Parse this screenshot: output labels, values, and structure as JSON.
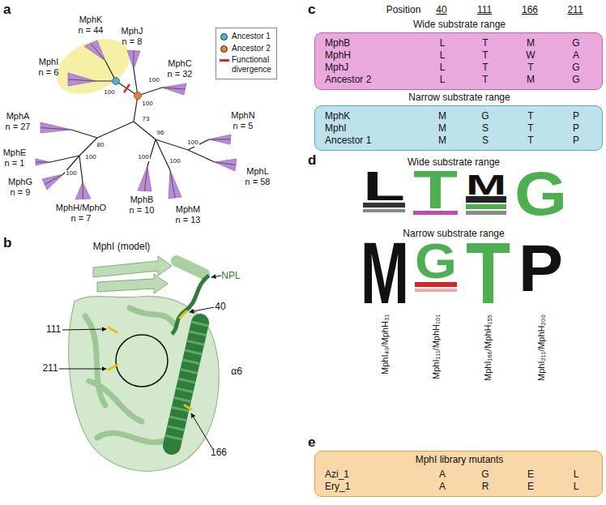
{
  "diagram": {
    "nodes": [
      {
        "text": [
          "Wide substrate range",
          "MphB",
          "L",
          "T",
          "M",
          "G",
          "MphH",
          "L",
          "T",
          "W",
          "A",
          "MphJ",
          "L",
          "T",
          "T",
          "G",
          "Ancestor 2",
          "L",
          "T",
          "M",
          "G"
        ]
      },
      {
        "text": [
          "Narrow substrate range",
          "MphK",
          "M",
          "G",
          "T",
          "P",
          "MphI",
          "M",
          "S",
          "T",
          "P",
          "Ancestor 1",
          "M",
          "S",
          "T",
          "P"
        ]
      },
      {
        "text": [
          "MphI library mutants",
          "Azi_1",
          "A",
          "G",
          "E",
          "L",
          "Ery_1",
          "A",
          "R",
          "E",
          "L"
        ]
      }
    ],
    "labels": [
      "a",
      "b",
      "c",
      "d",
      "e",
      "MphK",
      "n = 44",
      "MphJ",
      "n = 8",
      "MphI",
      "n = 6",
      "MphC",
      "n = 32",
      "MphA",
      "n = 27",
      "MphE",
      "n = 1",
      "MphG",
      "n = 9",
      "MphH/MphO",
      "n = 7",
      "MphB",
      "n = 10",
      "MphM",
      "n = 13",
      "MphN",
      "n = 5",
      "MphL",
      "n = 58",
      "100",
      "100",
      "100",
      "73",
      "80",
      "100",
      "100",
      "96",
      "100",
      "100",
      "100",
      "MphI (model)",
      "NPL",
      "40",
      "111",
      "211",
      "166",
      "α6",
      "Position",
      "40",
      "111",
      "166",
      "211",
      "Wide substrate range",
      "L",
      "T",
      "M",
      "G",
      "Narrow substrate range",
      "M",
      "G",
      "T",
      "P",
      "MphI₄₀/MphH₃₁",
      "MphI₁₁₁/MphH₁₀₁",
      "MphI₁₆₆/MphH₁₅₅",
      "MphI₂₁₁/MphH₂₀₀"
    ],
    "legend": [
      {
        "text": "Ancestor 1",
        "color": "#4ab3dc"
      },
      {
        "text": "Ancestor 2",
        "color": "#f07d34"
      },
      {
        "text": "Functional divergence"
      }
    ]
  }
}
